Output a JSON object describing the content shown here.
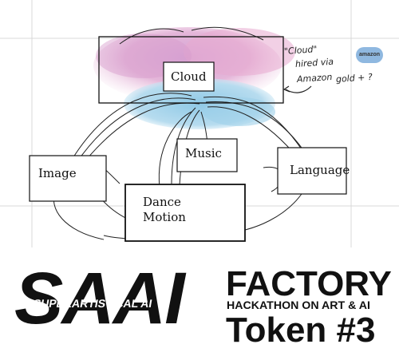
{
  "sketch": {
    "nodes": {
      "cloud": "Cloud",
      "music": "Music",
      "image": "Image",
      "language": "Language",
      "dance_motion_line1": "Dance",
      "dance_motion_line2": "Motion"
    },
    "note": {
      "line1": "\"Cloud\"",
      "line2": "hired via",
      "line3": "Amazon",
      "line4": "gold + ?"
    },
    "amazon_badge": "amazon"
  },
  "banner": {
    "saai": "SAAI",
    "superartistical": "SUPERARTISTICAL AI",
    "factory": "FACTORY",
    "hackathon": "HACKATHON ON ART & AI",
    "token": "Token #3"
  }
}
